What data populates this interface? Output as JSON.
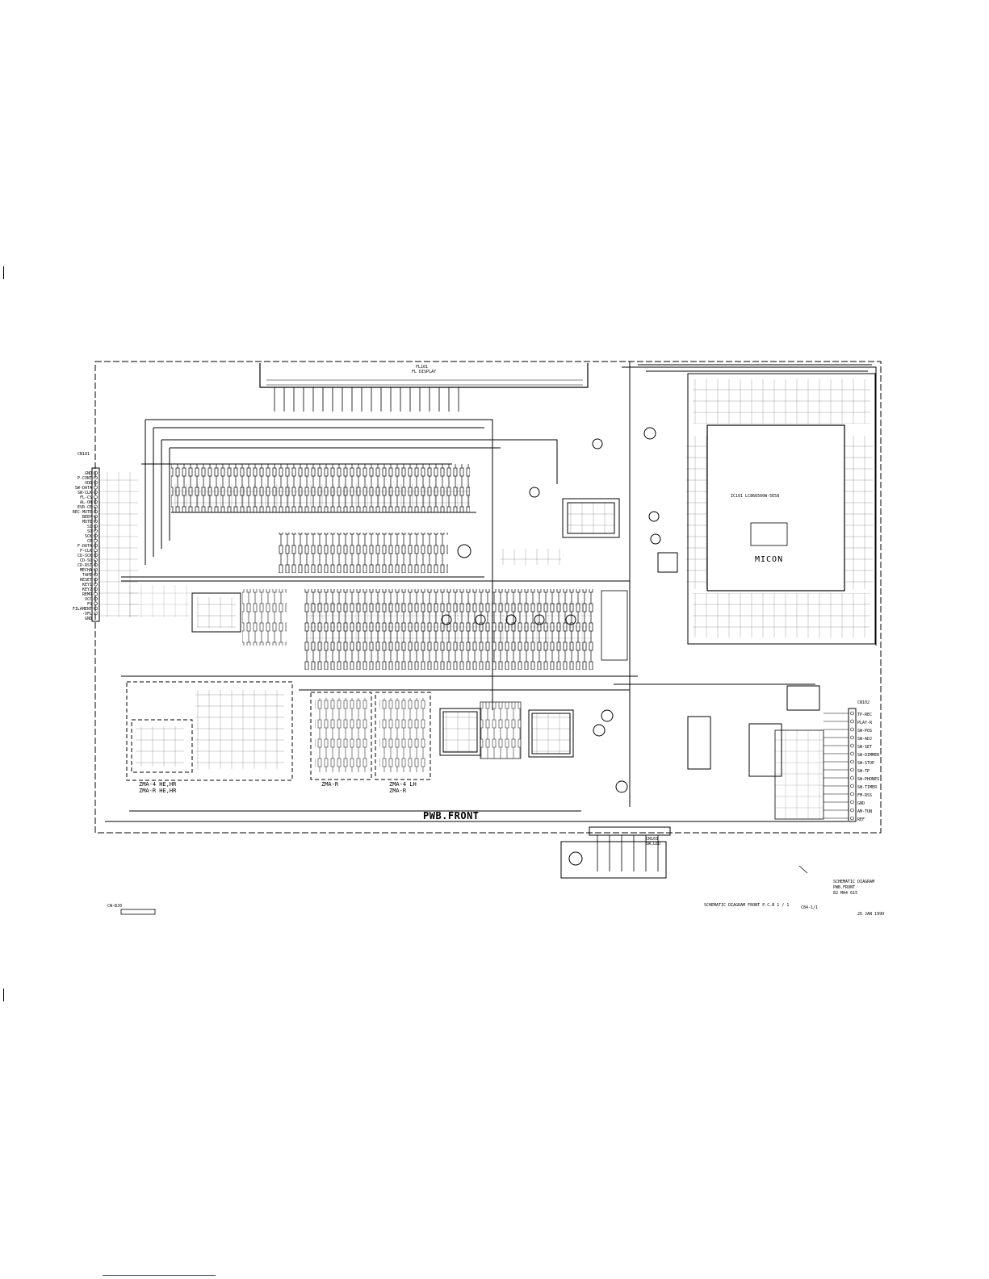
{
  "board_title": "PWB.FRONT",
  "mcu_label": "MICON",
  "mcu_part": "IC101  LC866560W-5E58",
  "fl_display_label": "FL DISPLAY",
  "fl_part": "FL101",
  "left_connector": {
    "ref": "CN101",
    "pins": [
      "GND",
      "P-CONT",
      "VDD",
      "SW-DATA",
      "SW-CLK",
      "FL-CS",
      "AL-ON",
      "EVR-CE",
      "REC-MUTE",
      "BEEP",
      "MUTE",
      "SI",
      "SO",
      "SCK",
      "CE",
      "F-DATA",
      "F-CLK",
      "CD-SCK",
      "CD-SO",
      "CD-RST",
      "MECHA",
      "TAPE",
      "RESET",
      "KEY1",
      "KEY2",
      "REMO",
      "VCC",
      "FG",
      "FILAMENT",
      "-VFL",
      "GND"
    ]
  },
  "right_connector": {
    "ref": "CN102",
    "pins": [
      "TP-REC",
      "PLAY-R",
      "SW-POS",
      "SW-ADJ",
      "SW-SET",
      "SW-DIMMER",
      "SW-STOP",
      "SW-TP",
      "SW-PHONES",
      "SW-TIMER",
      "FM-RSS",
      "GND",
      "AM-TUN",
      "REF"
    ]
  },
  "sub_blocks": [
    {
      "line1": "ZMA-4 HE,HR",
      "line2": "ZMA-R HE,HR"
    },
    {
      "line1": "ZMA-R",
      "line2": ""
    },
    {
      "line1": "ZMA-4 LH",
      "line2": "ZMA-R"
    }
  ],
  "bottom_connector": {
    "ref": "CN103",
    "label": "SW,LED"
  },
  "sheet_corner_label": "CN-BJ0",
  "title_block": {
    "lines": [
      "SCHEMATIC DIAGRAM",
      "PWB.FRONT",
      "82  MA4  615"
    ],
    "drawing_ref": "SCHEMATIC DIAGRAM FRONT P.C.B    1 / 1",
    "sheet": "C84-1/1",
    "date": "26 JAN 1999"
  },
  "colors": {
    "ink": "#000000",
    "paper": "#ffffff",
    "footer_rule": "#3344cc"
  }
}
